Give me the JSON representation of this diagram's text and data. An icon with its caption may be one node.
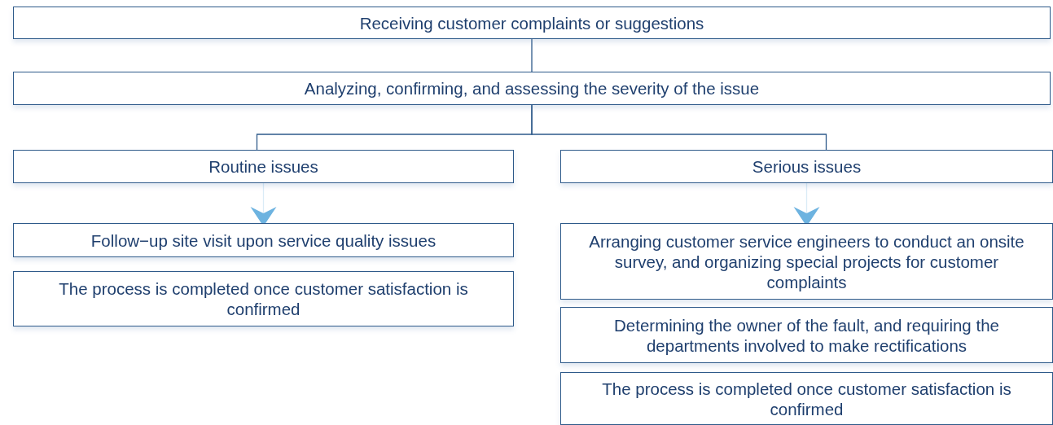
{
  "diagram": {
    "nodes": [
      {
        "text": [
          "Receiving customer complaints or suggestions"
        ]
      },
      {
        "text": [
          "Analyzing, confirming, and assessing the severity of the issue"
        ]
      },
      {
        "text": [
          "Routine issues"
        ]
      },
      {
        "text": [
          "Serious issues"
        ]
      },
      {
        "text": [
          "Follow−up site visit upon service quality issues"
        ]
      },
      {
        "text": [
          "The process is completed once customer satisfaction is confirmed"
        ]
      },
      {
        "text": [
          "Arranging customer service engineers to conduct an onsite survey, and organizing special projects for customer complaints"
        ]
      },
      {
        "text": [
          "Determining the owner of the fault, and requiring the departments involved to make rectifications"
        ]
      },
      {
        "text": [
          "The process is completed once customer satisfaction is confirmed"
        ]
      }
    ],
    "edges": [
      {
        "from": 0,
        "to": 1,
        "arrow": "none"
      },
      {
        "from": 1,
        "to": 2,
        "arrow": "none"
      },
      {
        "from": 1,
        "to": 3,
        "arrow": "none"
      },
      {
        "from": 2,
        "to": 4,
        "arrow": "to",
        "color": "#6db3e0"
      },
      {
        "from": 3,
        "to": 6,
        "arrow": "to",
        "color": "#6db3e0"
      }
    ]
  }
}
